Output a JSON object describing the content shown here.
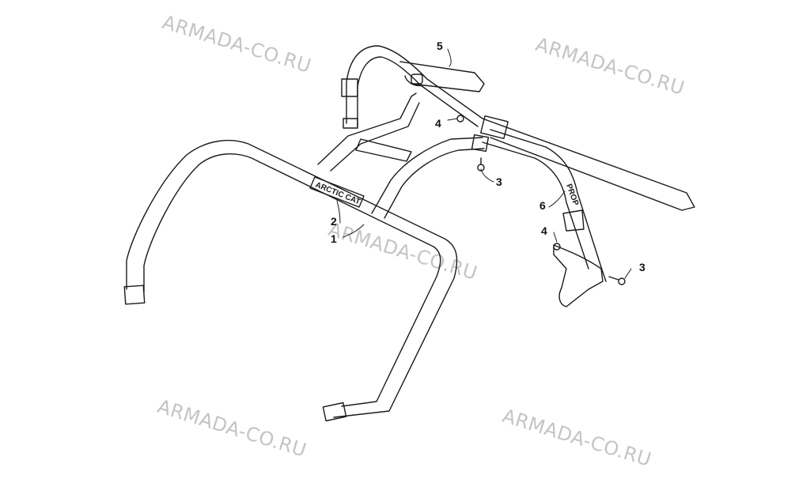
{
  "watermark": {
    "text": "ARMADA-CO.RU",
    "color": "#c4c4c4"
  },
  "callouts": [
    {
      "label": "1"
    },
    {
      "label": "2"
    },
    {
      "label": "3"
    },
    {
      "label": "3"
    },
    {
      "label": "4"
    },
    {
      "label": "4"
    },
    {
      "label": "5"
    },
    {
      "label": "6"
    }
  ],
  "decals": {
    "brand": "ARCTIC CAT",
    "side": "PROP"
  },
  "colors": {
    "line": "#1a1a1a",
    "background": "#ffffff"
  }
}
